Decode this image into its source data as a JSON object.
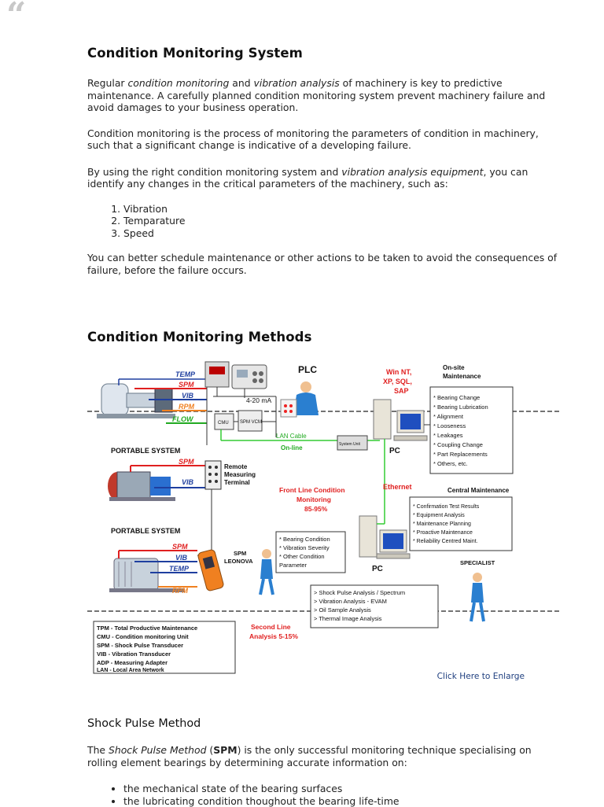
{
  "quote_mark": "“",
  "section1": {
    "title": "Condition Monitoring System",
    "p1": {
      "t1": "Regular ",
      "em1": "condition monitoring",
      "t2": " and ",
      "em2": "vibration analysis",
      "t3": " of machinery is key to predictive maintenance. A carefully planned condition monitoring system prevent machinery failure and avoid damages to your business operation."
    },
    "p2": "Condition monitoring is the process of monitoring the parameters of condition in machinery, such that a significant change is indicative of a developing failure.",
    "p3": {
      "t1": "By using the right condition monitoring system and ",
      "em1": "vibration analysis equipment",
      "t2": ", you can identify any changes in the critical parameters of the machinery, such as:"
    },
    "list": [
      "Vibration",
      "Temparature",
      "Speed"
    ],
    "p4": "You can better schedule maintenance  or other actions to be taken to avoid the consequences of failure, before the failure occurs."
  },
  "section2": {
    "title": "Condition Monitoring Methods",
    "enlarge_link": "Click Here to Enlarge"
  },
  "diagram": {
    "top_labels": [
      "TEMP",
      "SPM",
      "VIB",
      "RPM",
      "FLOW"
    ],
    "plc": "PLC",
    "ma": "4-20 mA",
    "win": [
      "Win NT,",
      "XP, SQL,",
      "SAP"
    ],
    "onsite": [
      "On-site",
      "Maintenance"
    ],
    "onsite_list": [
      "* Bearing Change",
      "* Bearing Lubrication",
      "* Alignment",
      "* Looseness",
      "* Leakages",
      "* Coupling Change",
      "* Part Replacements",
      "* Others, etc."
    ],
    "lan_cable": "LAN Cable",
    "online": "On-line",
    "pc": "PC",
    "portable1": "PORTABLE SYSTEM",
    "portable2": "PORTABLE SYSTEM",
    "mid_labels": [
      "SPM",
      "VIB"
    ],
    "remote": [
      "Remote",
      "Measuring",
      "Terminal"
    ],
    "frontline": [
      "Front Line Condition",
      "Monitoring",
      "85-95%"
    ],
    "ethernet": "Ethernet",
    "central": "Central Maintenance",
    "central_list": [
      "* Confirmation Test Results",
      "* Equipment Analysis",
      "* Maintenance Planning",
      "* Proactive Maintenance",
      "* Reliability Centred Maint."
    ],
    "bottom_labels": [
      "SPM",
      "VIB",
      "TEMP",
      "RPM"
    ],
    "leonova": [
      "SPM",
      "LEONOVA"
    ],
    "bearing_list": [
      "* Bearing Condition",
      "* Vibration Severity",
      "* Other Condition",
      "  Parameter"
    ],
    "pc2": "PC",
    "specialist": "SPECIALIST",
    "analysis_list": [
      "> Shock Pulse Analysis / Spectrum",
      "> Vibration Analysis - EVAM",
      "> Oil Sample Analysis",
      "> Thermal Image Analysis"
    ],
    "legend": [
      "TPM - Total Productive Maintenance",
      "CMU - Condition monitoring Unit",
      "SPM - Shock Pulse Transducer",
      "VIB  - Vibration Transducer",
      "ADP - Measuring Adapter",
      "LAN  - Local Area Network"
    ],
    "secondline": [
      "Second Line",
      "Analysis 5-15%"
    ],
    "cmu": "CMU",
    "spm_vcm": "SPM VCM",
    "small_unit": "System Unit",
    "colors": {
      "temp": "#1f3f9f",
      "spm": "#e02020",
      "vib": "#1f3f9f",
      "rpm": "#f08020",
      "flow": "#22aa22",
      "green_line": "#33cc33",
      "red_label": "#e02020"
    }
  },
  "section3": {
    "title": "Shock Pulse Method",
    "p1": {
      "t1": "The ",
      "em1": "Shock Pulse Method",
      "t2": " (",
      "b1": "SPM",
      "t3": ") is the only successful monitoring technique specialising on rolling element bearings by determining accurate information on:"
    },
    "list": [
      "the mechanical state of the bearing surfaces",
      "the lubricating condition thoughout the bearing life-time"
    ]
  }
}
